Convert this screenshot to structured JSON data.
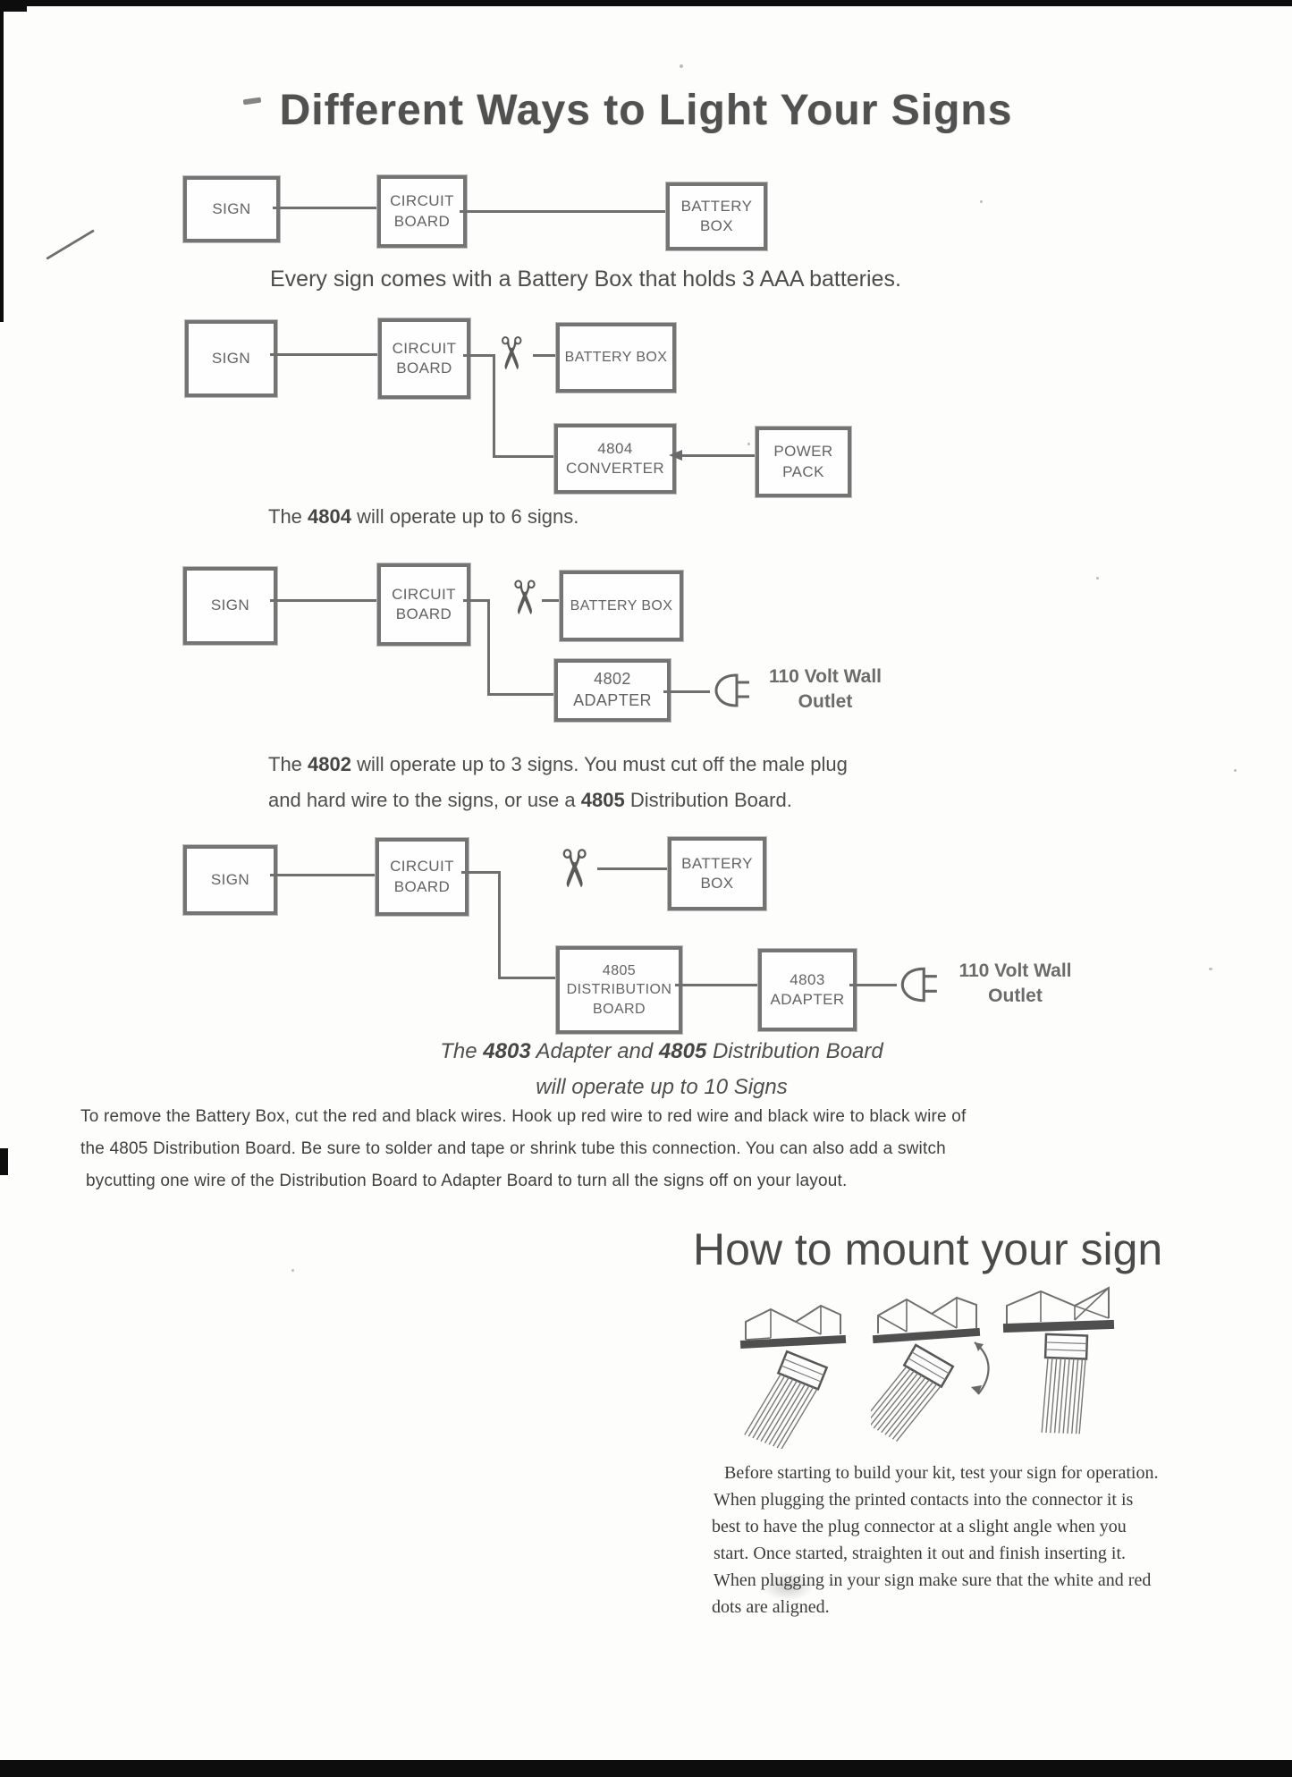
{
  "colors": {
    "ink": "#4d4d4d",
    "box_border": "#747474",
    "scan_edge": "#0d0d0d"
  },
  "title": "Different Ways to Light Your Signs",
  "icons": {
    "scissors": "✂"
  },
  "boxes": {
    "sign": "SIGN",
    "circuit": [
      "CIRCUIT",
      "BOARD"
    ],
    "battery2": [
      "BATTERY",
      "BOX"
    ],
    "battery1": "BATTERY BOX",
    "converter": [
      "4804",
      "CONVERTER"
    ],
    "power_pack": [
      "POWER",
      "PACK"
    ],
    "adapter4802": "4802 ADAPTER",
    "dist_board": [
      "4805",
      "DISTRIBUTION",
      "BOARD"
    ],
    "adapter4803": [
      "4803",
      "ADAPTER"
    ]
  },
  "outlet": {
    "line1": "110 Volt Wall",
    "line2": "Outlet"
  },
  "captions": {
    "battery": "Every sign comes with a Battery Box that holds 3 AAA batteries.",
    "c4804": [
      "The ",
      "4804",
      " will operate up to 6 signs."
    ],
    "c4802_l1": [
      "The ",
      "4802",
      " will operate up to 3 signs.  You must cut off the male plug"
    ],
    "c4802_l2": [
      "and hard wire to the signs, or use a ",
      "4805",
      " Distribution Board."
    ],
    "c4803_l1": [
      "The  ",
      "4803",
      "  Adapter and ",
      "4805",
      " Distribution Board"
    ],
    "c4803_l2": "will operate up to 10 Signs"
  },
  "notes": [
    "To remove the Battery Box, cut the red and black wires. Hook up red wire to red wire and black wire to black wire of",
    "the 4805 Distribution Board. Be sure to solder and tape or shrink tube this connection. You can also add a switch",
    "bycutting one wire of the Distribution Board to Adapter Board to turn all the signs off on your layout."
  ],
  "mount": {
    "title": "How to mount your sign",
    "instructions": [
      "Before starting to build your kit, test your sign for operation.",
      "When plugging the printed contacts into the connector it is",
      "best to have the plug connector at a slight angle when you",
      "start. Once started, straighten it out and finish inserting it.",
      "When plugging in your sign make sure that the white and red",
      "dots are aligned."
    ]
  }
}
